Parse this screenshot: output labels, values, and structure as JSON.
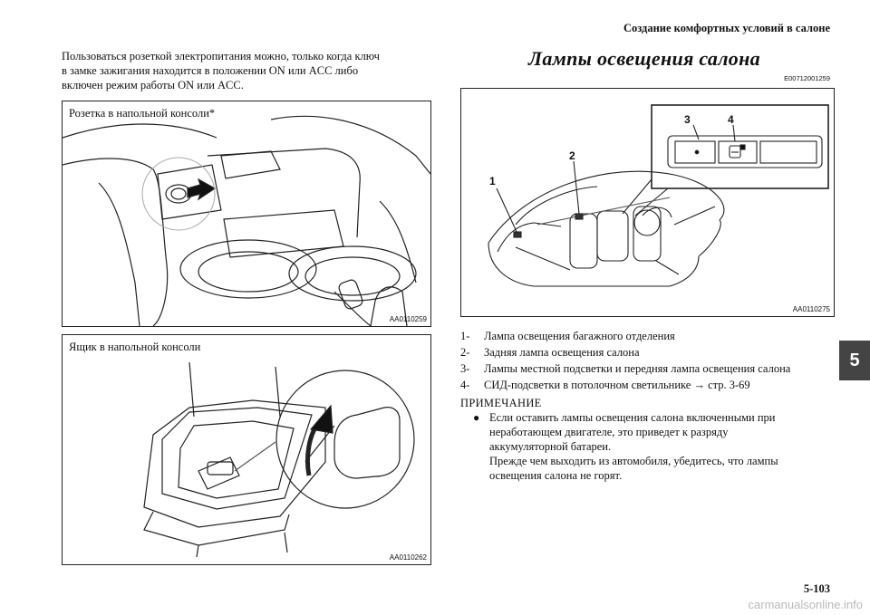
{
  "header": {
    "section_title": "Создание комфортных условий в салоне"
  },
  "intro": {
    "lines": [
      "Пользоваться розеткой электропитания можно, только когда ключ",
      "в замке зажигания находится в положении ON или ACC либо",
      "включен режим работы ON или ACC."
    ]
  },
  "figures": {
    "socket": {
      "caption": "Розетка в напольной консоли*",
      "image_id": "AA0110259"
    },
    "box": {
      "caption": "Ящик в напольной консоли",
      "image_id": "AA0110262"
    },
    "lamps": {
      "image_id": "AA0110275",
      "callouts": [
        "1",
        "2",
        "3",
        "4"
      ]
    }
  },
  "section": {
    "title": "Лампы освещения салона",
    "code": "E00712001259"
  },
  "legend": [
    {
      "num": "1-",
      "text": "Лампа освещения багажного отделения"
    },
    {
      "num": "2-",
      "text": "Задняя лампа освещения салона"
    },
    {
      "num": "3-",
      "text": "Лампы местной подсветки и передняя лампа освещения салона"
    },
    {
      "num": "4-",
      "text": "СИД-подсветки в потолочном светильнике → стр. 3-69"
    }
  ],
  "note": {
    "heading": "ПРИМЕЧАНИЕ",
    "bullet": "●",
    "lines": [
      "Если оставить лампы освещения салона включенными при",
      "неработающем двигателе, это приведет к разряду",
      "аккумуляторной батареи.",
      "Прежде чем выходить из автомобиля, убедитесь, что лампы",
      "освещения салона не горят."
    ]
  },
  "side_tab": "5",
  "page_number": "5-103",
  "watermark": "carmanualsonline.info"
}
